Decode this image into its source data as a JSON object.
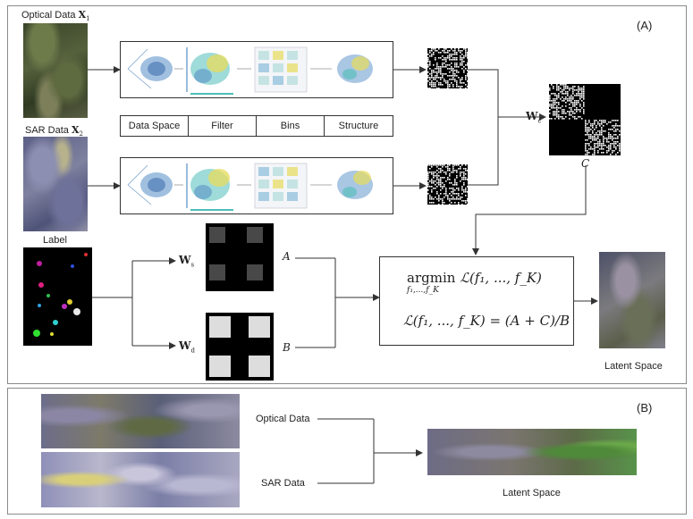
{
  "panel_a": {
    "tag": "(A)",
    "optical_label": "Optical Data",
    "optical_symbol": "X",
    "optical_sub": "1",
    "sar_label": "SAR Data",
    "sar_symbol": "X",
    "sar_sub": "2",
    "label_caption": "Label",
    "stages": [
      "Data Space",
      "Filter",
      "Bins",
      "Structure"
    ],
    "wc": "W",
    "wc_sub": "c",
    "c_label": "C",
    "ws": "W",
    "ws_sub": "s",
    "wd": "W",
    "wd_sub": "d",
    "a_label": "A",
    "b_label": "B",
    "argmin_word": "argmin",
    "argmin_expr": "ℒ(f₁, ..., f_K)",
    "argmin_under": "f₁,...,f_K",
    "loss_expr": "ℒ(f₁, ..., f_K) = (A + C)/B",
    "latent_caption": "Latent Space"
  },
  "panel_b": {
    "tag": "(B)",
    "optical_label": "Optical Data",
    "sar_label": "SAR Data",
    "latent_caption": "Latent Space"
  },
  "colors": {
    "border": "#8a8a8a",
    "line": "#333333",
    "scatter_blue": "#3f7fc0",
    "scatter_yellow": "#e6d84a",
    "scatter_teal": "#3bb7b0"
  }
}
